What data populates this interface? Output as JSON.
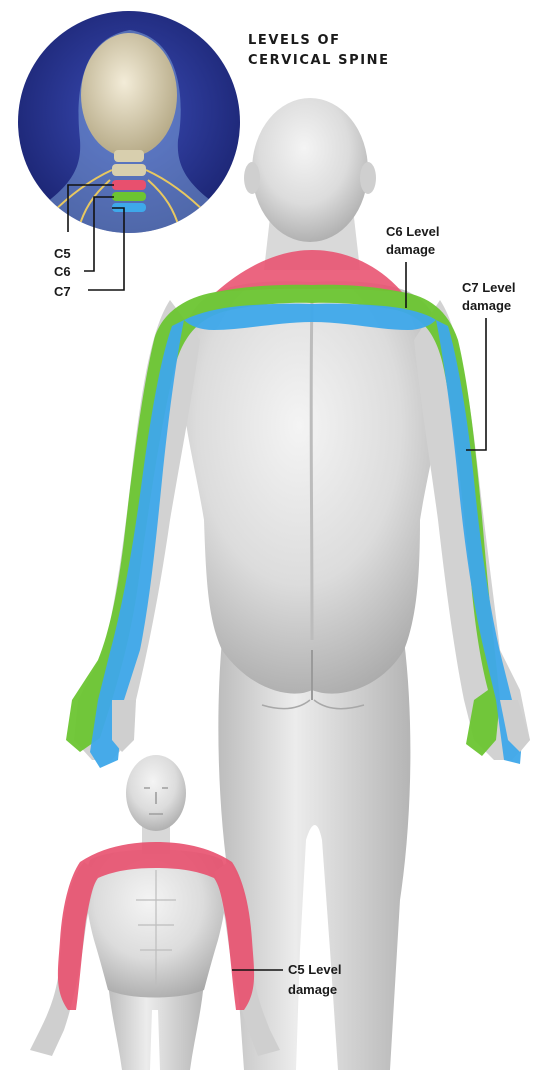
{
  "title": {
    "line1": "LEVELS OF",
    "line2": "CERVICAL SPINE"
  },
  "inset_labels": {
    "c5": "C5",
    "c6": "C6",
    "c7": "C7"
  },
  "callouts": {
    "c6": {
      "line1": "C6 Level",
      "line2": "damage"
    },
    "c7": {
      "line1": "C7 Level",
      "line2": "damage"
    },
    "c5": {
      "line1": "C5 Level",
      "line2": "damage"
    }
  },
  "colors": {
    "c5_zone": "#e8506e",
    "c6_zone": "#6cc531",
    "c7_zone": "#3ea8ea",
    "inset_background": "#23308a",
    "body_shade": "#d6d6d6"
  }
}
